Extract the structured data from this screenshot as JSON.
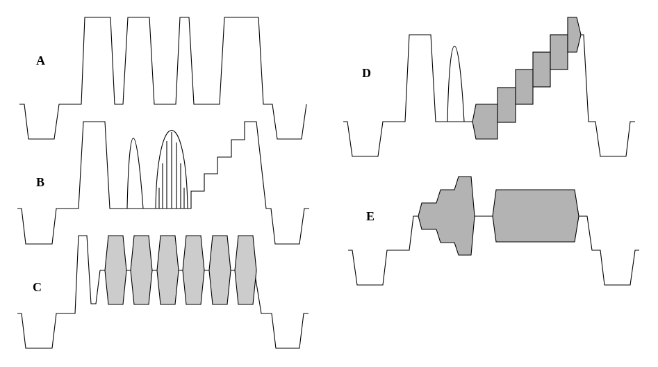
{
  "panels": [
    {
      "id": "A",
      "label": "A"
    },
    {
      "id": "B",
      "label": "B"
    },
    {
      "id": "C",
      "label": "C"
    },
    {
      "id": "D",
      "label": "D"
    },
    {
      "id": "E",
      "label": "E"
    }
  ],
  "colors": {
    "line": "#000000",
    "fill_medium": "#b3b3b3",
    "fill_light": "#cccccc",
    "background": "#ffffff"
  }
}
